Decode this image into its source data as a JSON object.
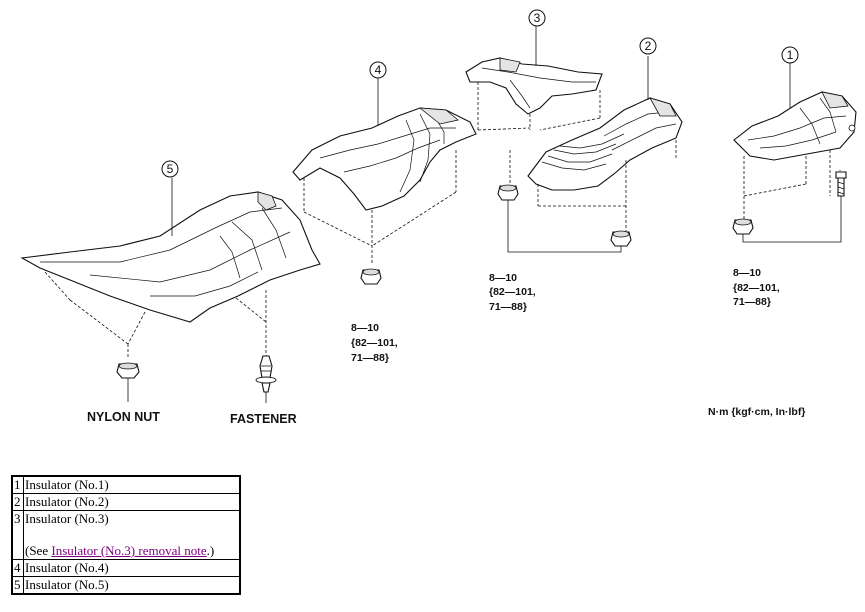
{
  "callouts": {
    "c1": "1",
    "c2": "2",
    "c3": "3",
    "c4": "4",
    "c5": "5"
  },
  "labels": {
    "nylon_nut": "NYLON NUT",
    "fastener": "FASTENER",
    "units": "N·m {kgf·cm, In·lbf}"
  },
  "torque": {
    "t4": [
      "8—10",
      "{82—101,",
      "71—88}"
    ],
    "t23": [
      "8—10",
      "{82—101,",
      "71—88}"
    ],
    "t1": [
      "8—10",
      "{82—101,",
      "71—88}"
    ]
  },
  "legend": {
    "rows": [
      {
        "num": "1",
        "text": "Insulator (No.1)"
      },
      {
        "num": "2",
        "text": "Insulator (No.2)"
      },
      {
        "num": "3",
        "text": "Insulator (No.3)",
        "note_prefix": "(See ",
        "link": "Insulator (No.3) removal note",
        "note_suffix": ".)"
      },
      {
        "num": "4",
        "text": "Insulator (No.4)"
      },
      {
        "num": "5",
        "text": "Insulator (No.5)"
      }
    ]
  }
}
